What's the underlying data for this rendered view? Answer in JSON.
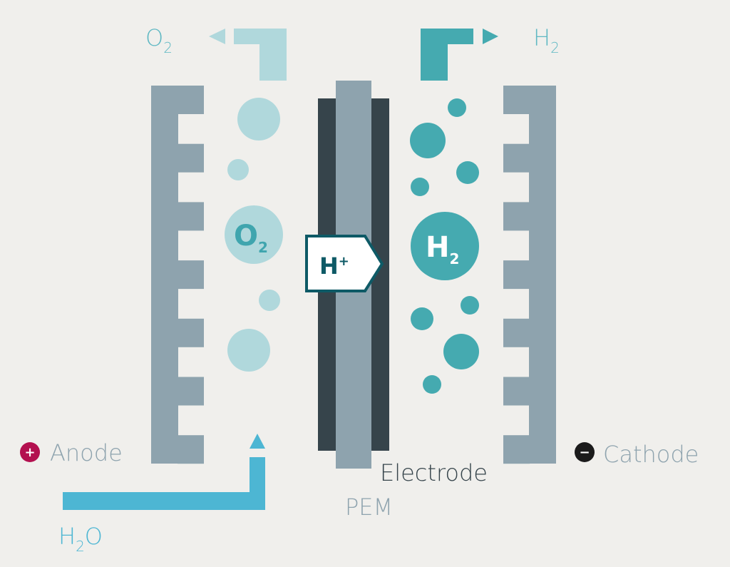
{
  "colors": {
    "background": "#f0efec",
    "plate": "#8ea3ae",
    "electrode": "#36444b",
    "pem": "#8ea3ae",
    "oxygen": "#b0d8dc",
    "hydrogen": "#45aab0",
    "water": "#4db6d3",
    "anode_dot": "#b3104f",
    "cathode_dot": "#1b1b1b",
    "proton_border": "#0e5a66"
  },
  "labels": {
    "o2_out": {
      "main": "O",
      "sub": "2"
    },
    "h2_out": {
      "main": "H",
      "sub": "2"
    },
    "h2o_in": {
      "main": "H",
      "sub": "2",
      "tail": "O"
    },
    "anode": "Anode",
    "anode_sign": "+",
    "cathode": "Cathode",
    "cathode_sign": "−",
    "electrode": "Electrode",
    "pem": "PEM",
    "o2_molecule": {
      "main": "O",
      "sub": "2"
    },
    "h2_molecule": {
      "main": "H",
      "sub": "2"
    },
    "proton": {
      "main": "H",
      "sup": "+"
    }
  },
  "icons": [
    "arrow-left-icon",
    "arrow-right-icon",
    "arrow-up-icon",
    "plus-icon",
    "minus-icon"
  ]
}
